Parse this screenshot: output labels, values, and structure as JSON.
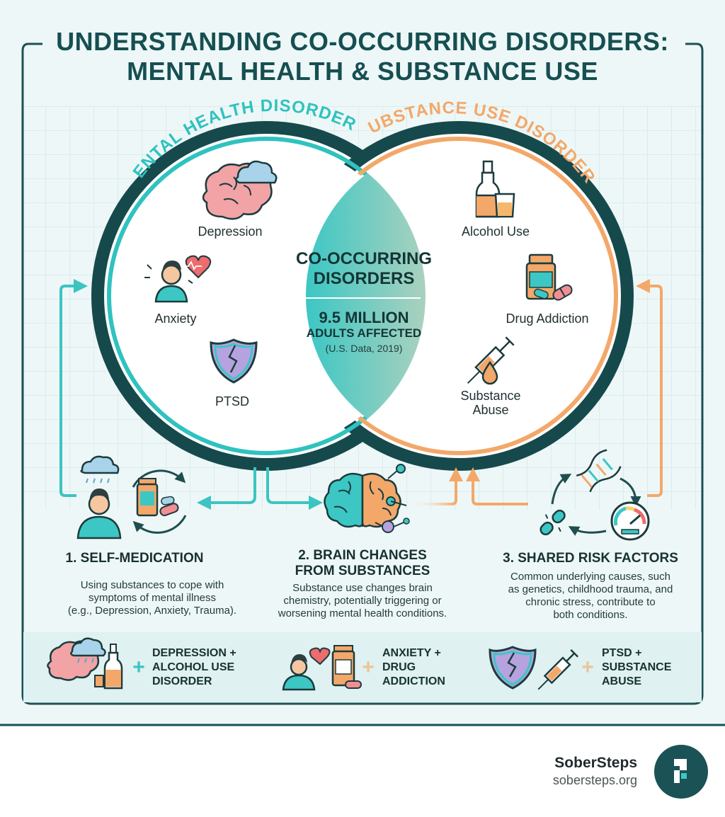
{
  "title": {
    "line1": "UNDERSTANDING CO-OCCURRING DISORDERS:",
    "line2": "MENTAL HEALTH & SUBSTANCE USE"
  },
  "mental_health": {
    "arc_label": "MENTAL HEALTH DISORDERS",
    "items": [
      "Depression",
      "Anxiety",
      "PTSD"
    ]
  },
  "substance_use": {
    "arc_label": "SUBSTANCE USE DISORDERS",
    "items": [
      "Alcohol Use",
      "Drug Addiction",
      "Substance",
      "Abuse"
    ]
  },
  "overlap": {
    "title_line1": "CO-OCCURRING",
    "title_line2": "DISORDERS",
    "count": "9.5 MILLION",
    "count_label": "ADULTS AFFECTED",
    "source": "(U.S. Data, 2019)"
  },
  "factors": [
    {
      "heading": "1. SELF-MEDICATION",
      "lines": [
        "Using substances to cope with",
        "symptoms of mental illness",
        "(e.g., Depression, Anxiety, Trauma)."
      ]
    },
    {
      "heading_line1": "2. BRAIN CHANGES",
      "heading_line2": "FROM SUBSTANCES",
      "lines": [
        "Substance use changes brain",
        "chemistry, potentially triggering or",
        "worsening mental health conditions."
      ]
    },
    {
      "heading": "3. SHARED RISK FACTORS",
      "lines": [
        "Common underlying causes, such",
        "as genetics, childhood trauma, and",
        "chronic stress, contribute to",
        "both conditions."
      ]
    }
  ],
  "combinations": [
    [
      "DEPRESSION +",
      "ALCOHOL USE",
      "DISORDER"
    ],
    [
      "ANXIETY +",
      "DRUG",
      "ADDICTION"
    ],
    [
      "PTSD +",
      "SUBSTANCE",
      "ABUSE"
    ]
  ],
  "brand": {
    "name": "SoberSteps",
    "url": "sobersteps.org"
  },
  "colors": {
    "teal_dark": "#164f52",
    "teal": "#2fc2c0",
    "orange": "#f3a86a",
    "background": "#eef7f7"
  }
}
